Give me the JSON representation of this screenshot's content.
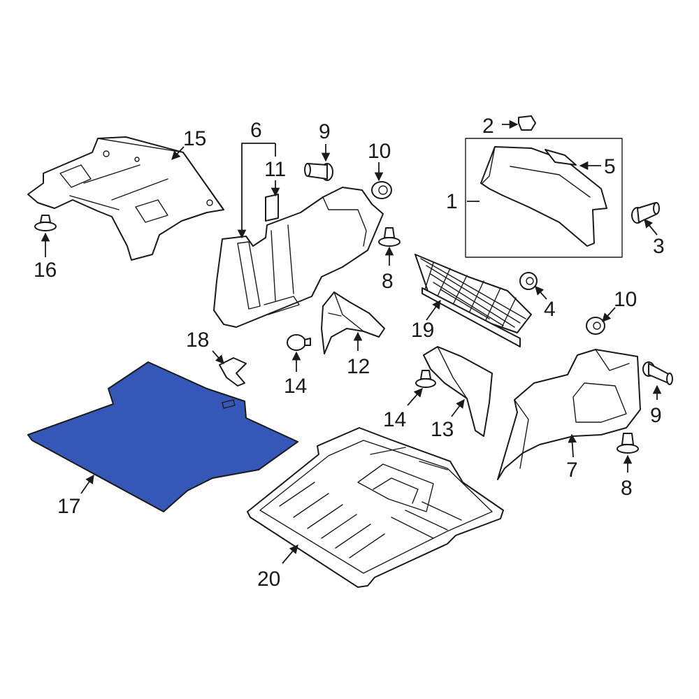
{
  "highlight_color": "#3558b8",
  "outline_color": "#1a1a1a",
  "callouts": {
    "c1": "1",
    "c2": "2",
    "c3": "3",
    "c4": "4",
    "c5": "5",
    "c6": "6",
    "c7": "7",
    "c8a": "8",
    "c8b": "8",
    "c9a": "9",
    "c9b": "9",
    "c10a": "10",
    "c10b": "10",
    "c11": "11",
    "c12": "12",
    "c13": "13",
    "c14a": "14",
    "c14b": "14",
    "c15": "15",
    "c16": "16",
    "c17": "17",
    "c18": "18",
    "c19": "19",
    "c20": "20"
  }
}
